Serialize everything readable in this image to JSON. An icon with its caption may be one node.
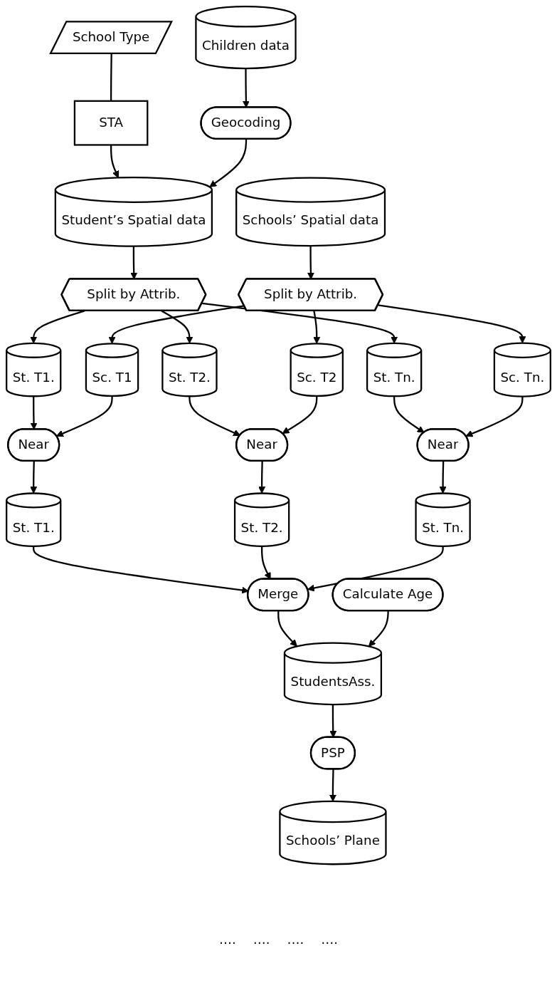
{
  "diagram": {
    "nodes": [
      {
        "text": [
          "Children data"
        ]
      },
      {
        "text": [
          "School Type"
        ]
      },
      {
        "text": [
          "Schools’ Spatial data"
        ]
      },
      {
        "text": [
          "Geocoding"
        ]
      },
      {
        "text": [
          "STA"
        ]
      },
      {
        "text": [
          "Student’s Spatial data"
        ]
      },
      {
        "text": [
          "Split by Attrib."
        ]
      },
      {
        "text": [
          "Split by Attrib."
        ]
      },
      {
        "text": [
          "Sc. T1"
        ]
      },
      {
        "text": [
          "Sc. T2"
        ]
      },
      {
        "text": [
          "Sc. Tn."
        ]
      },
      {
        "text": [
          "St. T1."
        ]
      },
      {
        "text": [
          "St. T2."
        ]
      },
      {
        "text": [
          "St. Tn."
        ]
      },
      {
        "text": [
          "Near"
        ]
      },
      {
        "text": [
          "Near"
        ]
      },
      {
        "text": [
          "Near"
        ]
      },
      {
        "text": [
          "St. T1."
        ]
      },
      {
        "text": [
          "St. T2."
        ]
      },
      {
        "text": [
          "St. Tn."
        ]
      },
      {
        "text": [
          "Merge"
        ]
      },
      {
        "text": [
          "StudentsAss."
        ]
      },
      {
        "text": [
          "Calculate Age"
        ]
      },
      {
        "text": [
          "PSP"
        ]
      },
      {
        "text": [
          "Schools’ Plane"
        ]
      }
    ],
    "edges": [
      {
        "from": 0,
        "to": 3,
        "arrow": "to"
      },
      {
        "from": 1,
        "to": 4,
        "arrow": "none"
      },
      {
        "from": 4,
        "to": 5,
        "arrow": "to"
      },
      {
        "from": 3,
        "to": 5,
        "arrow": "to"
      },
      {
        "from": 2,
        "to": 6,
        "arrow": "to"
      },
      {
        "from": 5,
        "to": 7,
        "arrow": "to"
      },
      {
        "from": 6,
        "to": 8,
        "arrow": "to"
      },
      {
        "from": 6,
        "to": 9,
        "arrow": "to"
      },
      {
        "from": 6,
        "to": 10,
        "arrow": "to"
      },
      {
        "from": 7,
        "to": 11,
        "arrow": "to"
      },
      {
        "from": 7,
        "to": 12,
        "arrow": "to"
      },
      {
        "from": 7,
        "to": 13,
        "arrow": "to"
      },
      {
        "from": 11,
        "to": 14,
        "arrow": "to"
      },
      {
        "from": 8,
        "to": 14,
        "arrow": "to"
      },
      {
        "from": 12,
        "to": 15,
        "arrow": "to"
      },
      {
        "from": 9,
        "to": 15,
        "arrow": "to"
      },
      {
        "from": 13,
        "to": 16,
        "arrow": "to"
      },
      {
        "from": 10,
        "to": 16,
        "arrow": "to"
      },
      {
        "from": 14,
        "to": 17,
        "arrow": "to"
      },
      {
        "from": 15,
        "to": 18,
        "arrow": "to"
      },
      {
        "from": 16,
        "to": 19,
        "arrow": "to"
      },
      {
        "from": 17,
        "to": 20,
        "arrow": "to"
      },
      {
        "from": 18,
        "to": 20,
        "arrow": "to"
      },
      {
        "from": 19,
        "to": 20,
        "arrow": "to"
      },
      {
        "from": 20,
        "to": 21,
        "arrow": "to"
      },
      {
        "from": 22,
        "to": 21,
        "arrow": "to"
      },
      {
        "from": 21,
        "to": 23,
        "arrow": "to"
      },
      {
        "from": 23,
        "to": 24,
        "arrow": "to"
      }
    ],
    "labels": [
      "….",
      "….",
      "….",
      "…."
    ]
  }
}
